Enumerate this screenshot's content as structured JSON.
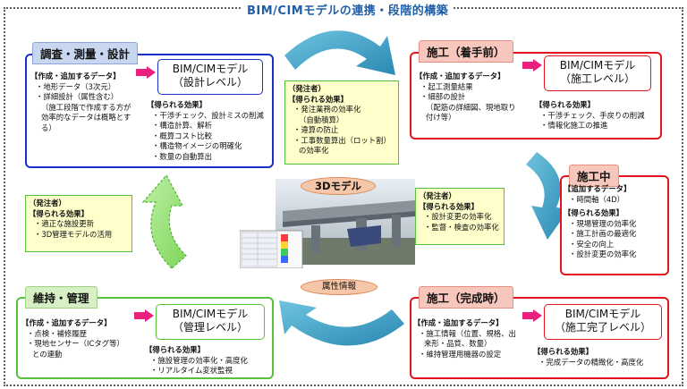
{
  "title": "BIM/CIMモデルの連携・段階的構築",
  "design": {
    "header": "調査・測量・設計",
    "data_heading": "【作成・追加するデータ】",
    "data_items": [
      "・地形データ（3次元）",
      "・詳細設計（属性含む）",
      "（施工段階で作成する方が",
      "効率的なデータは概略とす",
      "る）"
    ],
    "model_line1": "BIM/CIMモデル",
    "model_line2": "（設計レベル）",
    "effects_heading": "【得られる効果】",
    "effects": [
      "・干渉チェック、設計ミスの削減",
      "・構造計算、解析",
      "・概算コスト比較",
      "・構造物イメージの明確化",
      "・数量の自動算出"
    ]
  },
  "owner_design": {
    "heading": "（発注者）",
    "effects_heading": "【得られる効果】",
    "effects": [
      "・発注業務の効率化",
      "（自動積算）",
      "・違算の防止",
      "・工事数量算出（ロット割）",
      "の効率化"
    ]
  },
  "construct_start": {
    "header": "施工（着手前）",
    "data_heading": "【作成・追加するデータ】",
    "data_items": [
      "・起工測量結果",
      "・細部の設計",
      "（配筋の詳細図、現地取り",
      "付け等）"
    ],
    "model_line1": "BIM/CIMモデル",
    "model_line2": "（施工レベル）",
    "effects_heading": "【得られる効果】",
    "effects": [
      "・干渉チェック、手戻りの削減",
      "・情報化施工の推進"
    ]
  },
  "construct_mid": {
    "header": "施工中",
    "data_heading": "【追加するデータ】",
    "data_items": [
      "・時間軸（4D）"
    ],
    "effects_heading": "【得られる効果】",
    "effects": [
      "・現場管理の効率化",
      "・施工計画の最適化",
      "・安全の向上",
      "・設計変更の効率化"
    ]
  },
  "owner_construct": {
    "heading": "（発注者）",
    "effects_heading": "【得られる効果】",
    "effects": [
      "・設計変更の効率化",
      "・監督・検査の効率化"
    ]
  },
  "center": {
    "model_label": "3Dモデル",
    "attribute_label": "属性情報"
  },
  "construct_done": {
    "header": "施工（完成時）",
    "data_heading": "【作成・追加するデータ】",
    "data_items": [
      "・施工情報（位置、規格、出",
      "来形・品質、数量）",
      "・維持管理用機器の設定"
    ],
    "model_line1": "BIM/CIMモデル",
    "model_line2": "（施工完了レベル）",
    "effects_heading": "【得られる効果】",
    "effects": [
      "・完成データの精緻化・高度化"
    ]
  },
  "owner_maint": {
    "heading": "（発注者）",
    "effects_heading": "【得られる効果】",
    "effects": [
      "・適正な施設更新",
      "・3D管理モデルの活用"
    ]
  },
  "maintenance": {
    "header": "維持・管理",
    "data_heading": "【作成・追加するデータ】",
    "data_items": [
      "・点検・補修履歴",
      "・現地センサー（ICタグ等）",
      "との連動"
    ],
    "model_line1": "BIM/CIMモデル",
    "model_line2": "（管理レベル）",
    "effects_heading": "【得られる効果】",
    "effects": [
      "・施設管理の効率化・高度化",
      "・リアルタイム変状監視"
    ]
  },
  "colors": {
    "blue": "#1a2fc4",
    "red": "#e2141e",
    "green": "#56c23a",
    "teal": "#2f8fb8",
    "pink": "#e8227c"
  }
}
